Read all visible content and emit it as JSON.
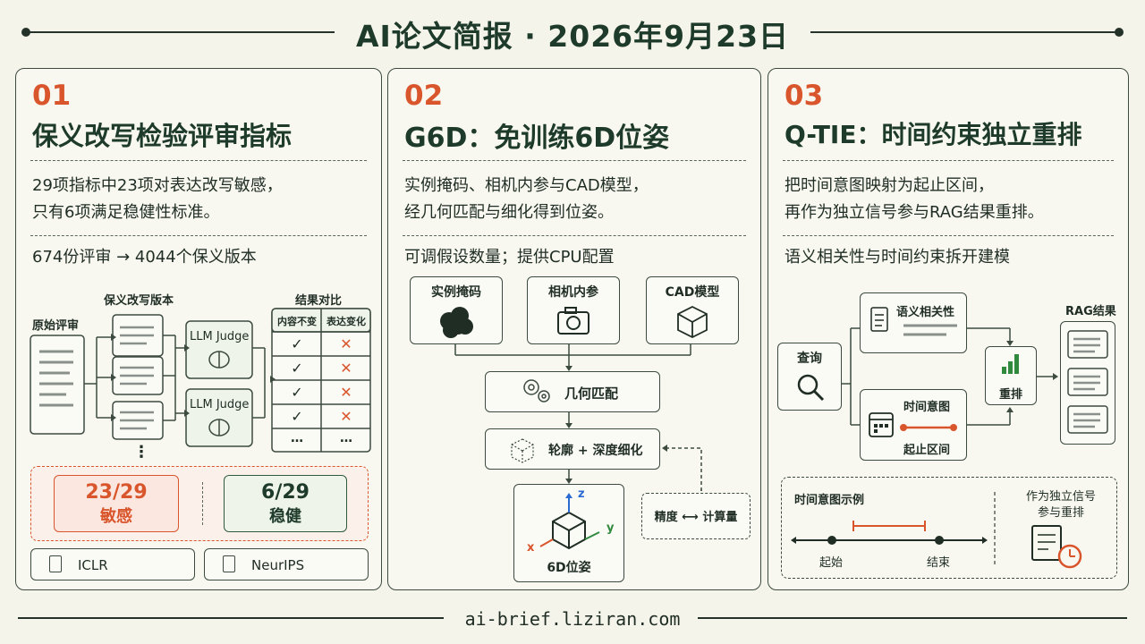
{
  "header": {
    "title": "AI论文简报 · 2026年9月23日"
  },
  "footer": {
    "url": "ai-brief.liziran.com"
  },
  "panel1": {
    "num": "01",
    "title": "保义改写检验评审指标",
    "desc1": "29项指标中23项对表达改写敏感，",
    "desc2": "只有6项满足稳健性标准。",
    "stat": "674份评审 → 4044个保义版本",
    "orig_label": "原始评审",
    "para_label": "保义改写版本",
    "judge1": "LLM Judge",
    "judge2": "LLM Judge",
    "result_label": "结果对比",
    "col1": "内容不变",
    "col2": "表达变化",
    "check": "✓",
    "cross": "✕",
    "more": "…",
    "vdots": "⋮",
    "sens_value": "23/29",
    "sens_label": "敏感",
    "rob_value": "6/29",
    "rob_label": "稳健",
    "venue1": "ICLR",
    "venue2": "NeurIPS"
  },
  "panel2": {
    "num": "02",
    "title": "G6D：免训练6D位姿",
    "desc1": "实例掩码、相机内参与CAD模型，",
    "desc2": "经几何匹配与细化得到位姿。",
    "stat": "可调假设数量；提供CPU配置",
    "in1": "实例掩码",
    "in2": "相机内参",
    "in3": "CAD模型",
    "step1": "几何匹配",
    "step2": "轮廓 + 深度细化",
    "out": "6D位姿",
    "tradeoff_a": "精度",
    "tradeoff_arrow": "⟷",
    "tradeoff_b": "计算量",
    "axis_x": "x",
    "axis_y": "y",
    "axis_z": "z"
  },
  "panel3": {
    "num": "03",
    "title": "Q-TIE：时间约束独立重排",
    "desc1": "把时间意图映射为起止区间，",
    "desc2": "再作为独立信号参与RAG结果重排。",
    "stat": "语义相关性与时间约束拆开建模",
    "query": "查询",
    "semantic": "语义相关性",
    "time_intent": "时间意图",
    "interval": "起止区间",
    "rerank": "重排",
    "rag": "RAG结果",
    "example_label": "时间意图示例",
    "start": "起始",
    "end": "结束",
    "signal_line1": "作为独立信号",
    "signal_line2": "参与重排"
  },
  "colors": {
    "accent": "#d9552c",
    "dark_green": "#1e3a2a",
    "light_green": "#eef4ea",
    "light_red": "#fbe7e0"
  }
}
